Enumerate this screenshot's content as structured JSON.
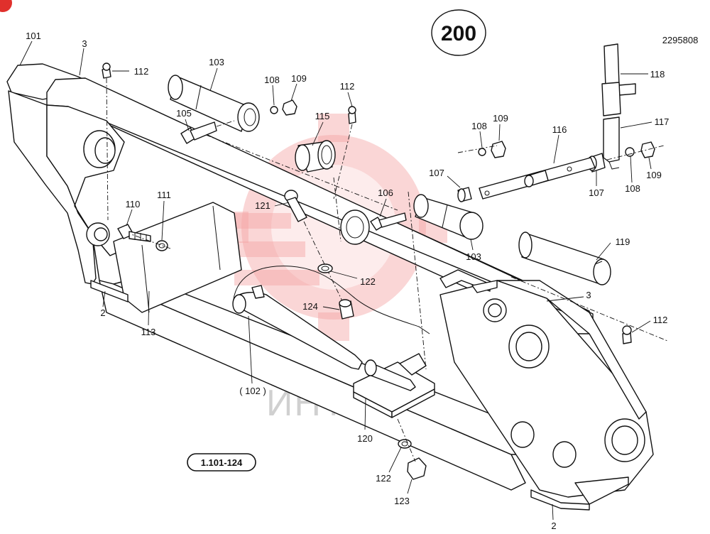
{
  "page_number": "200",
  "drawing_number": "2295808",
  "reference_range": "1.101-124",
  "watermark_text": "ИНТЕХ",
  "colors": {
    "ink": "#111111",
    "watermark": "#f3a3a3",
    "badge": "#e0302c"
  },
  "labels": {
    "l101": "101",
    "l3a": "3",
    "l112a": "112",
    "l103a": "103",
    "l108a": "108",
    "l109a": "109",
    "l112b": "112",
    "l118": "118",
    "l105": "105",
    "l115": "115",
    "l108b": "108",
    "l109b": "109",
    "l116": "116",
    "l117": "117",
    "l107a": "107",
    "l106": "106",
    "l121": "121",
    "l107b": "107",
    "l108c": "108",
    "l109c": "109",
    "l110": "110",
    "l111": "111",
    "l103b": "103",
    "l119": "119",
    "l122a": "122",
    "l2a": "2",
    "l3b": "3",
    "l124": "124",
    "l113": "113",
    "l112c": "112",
    "l102": "( 102 )",
    "l120": "120",
    "l122b": "122",
    "l123": "123",
    "l2b": "2"
  }
}
